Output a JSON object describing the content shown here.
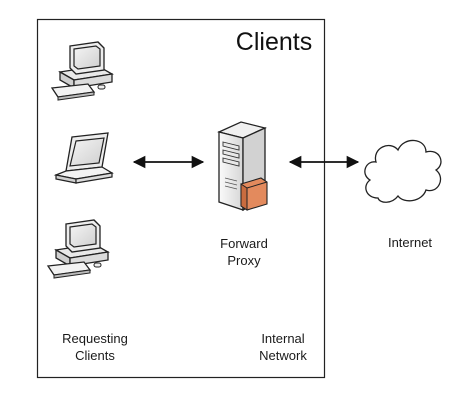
{
  "boundary": {
    "title": "Clients"
  },
  "nodes": {
    "proxy": {
      "line1": "Forward",
      "line2": "Proxy"
    },
    "internet": {
      "label": "Internet"
    }
  },
  "labels": {
    "requesting": {
      "line1": "Requesting",
      "line2": "Clients"
    },
    "network": {
      "line1": "Internal",
      "line2": "Network"
    }
  },
  "icons": {
    "client_top": "desktop-computer-icon",
    "client_middle": "laptop-icon",
    "client_bottom": "desktop-computer-icon",
    "proxy": "server-tower-icon",
    "internet": "cloud-icon"
  },
  "colors": {
    "line": "#222222",
    "server_accent": "#e38a5d"
  }
}
